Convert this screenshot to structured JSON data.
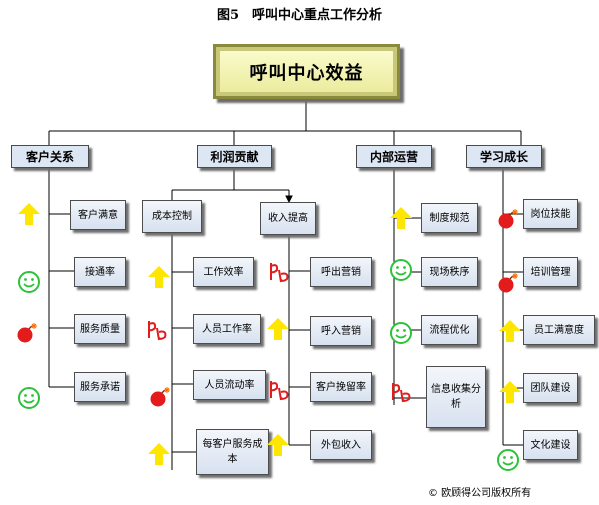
{
  "title": "图5　呼叫中心重点工作分析",
  "top": "呼叫中心效益",
  "categories": [
    "客户关系",
    "利润贡献",
    "内部运营",
    "学习成长"
  ],
  "customer": [
    "客户满意",
    "接通率",
    "服务质量",
    "服务承诺"
  ],
  "cost_control": {
    "label": "成本控制",
    "items": [
      "工作效率",
      "人员工作率",
      "人员流动率",
      "每客户服务成本"
    ]
  },
  "revenue": {
    "label": "收入提高",
    "items": [
      "呼出营销",
      "呼入营销",
      "客户挽留率",
      "外包收入"
    ]
  },
  "internal": [
    "制度规范",
    "现场秩序",
    "流程优化",
    "信息收集分析"
  ],
  "learning": [
    "岗位技能",
    "培训管理",
    "员工满意度",
    "团队建设",
    "文化建设"
  ],
  "icon_legend": {
    "up-arrow-icon": "#ffe600",
    "smiley-icon": "#2ec23a",
    "bomb-icon": "#e31b1b",
    "broken-trend-icon": "#e31b1b"
  },
  "footer": "©  欧顾得公司版权所有"
}
